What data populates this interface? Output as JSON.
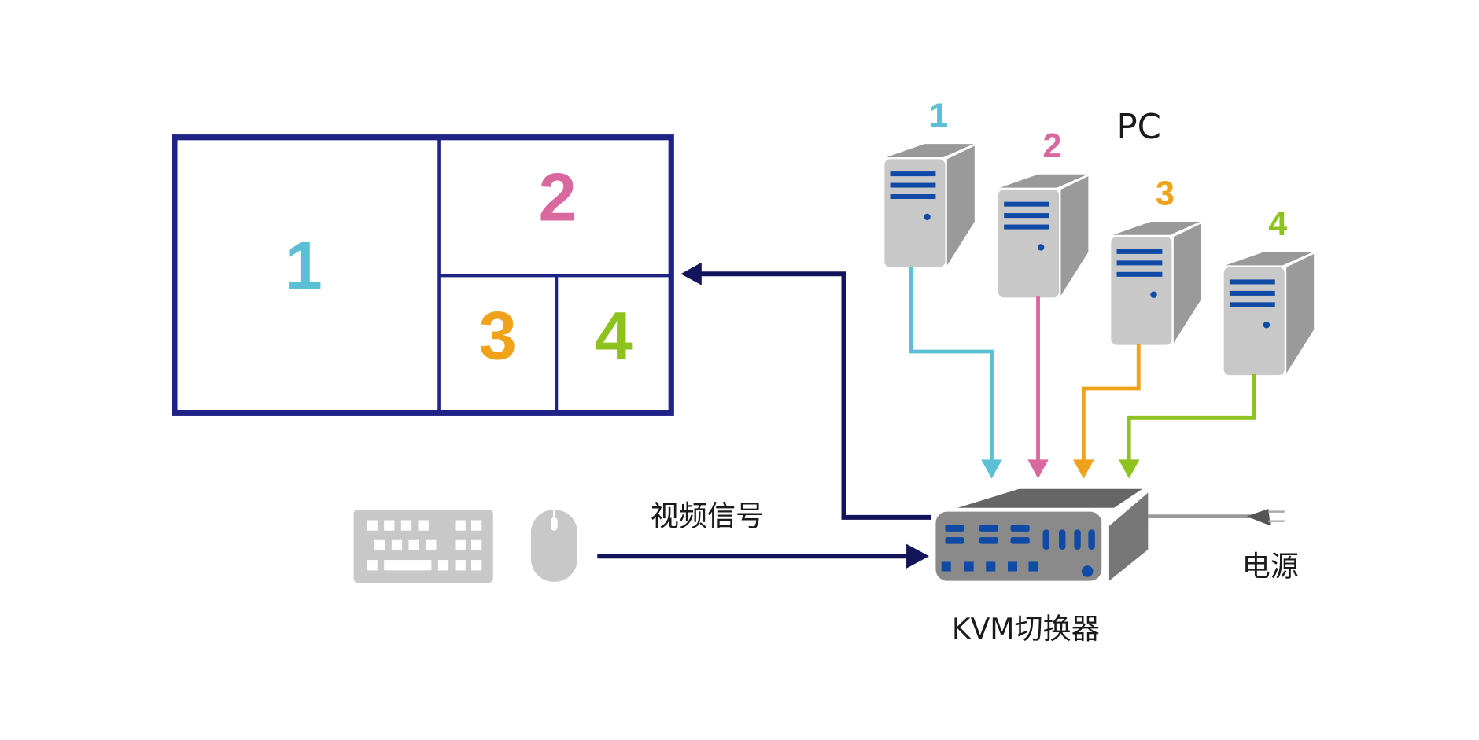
{
  "colors": {
    "frame": "#1e2385",
    "arrow": "#14145a",
    "pc1": "#5bc0d5",
    "pc2": "#d9689e",
    "pc3": "#f0a21b",
    "pc4": "#8dc21f",
    "device_gray": "#c8c8c8",
    "port_blue": "#0f4aa6"
  },
  "screen": {
    "panes": [
      "1",
      "2",
      "3",
      "4"
    ]
  },
  "pcs": {
    "group_label": "PC",
    "labels": [
      "1",
      "2",
      "3",
      "4"
    ]
  },
  "labels": {
    "video_signal": "视频信号",
    "kvm_switch": "KVM切换器",
    "power": "电源"
  }
}
